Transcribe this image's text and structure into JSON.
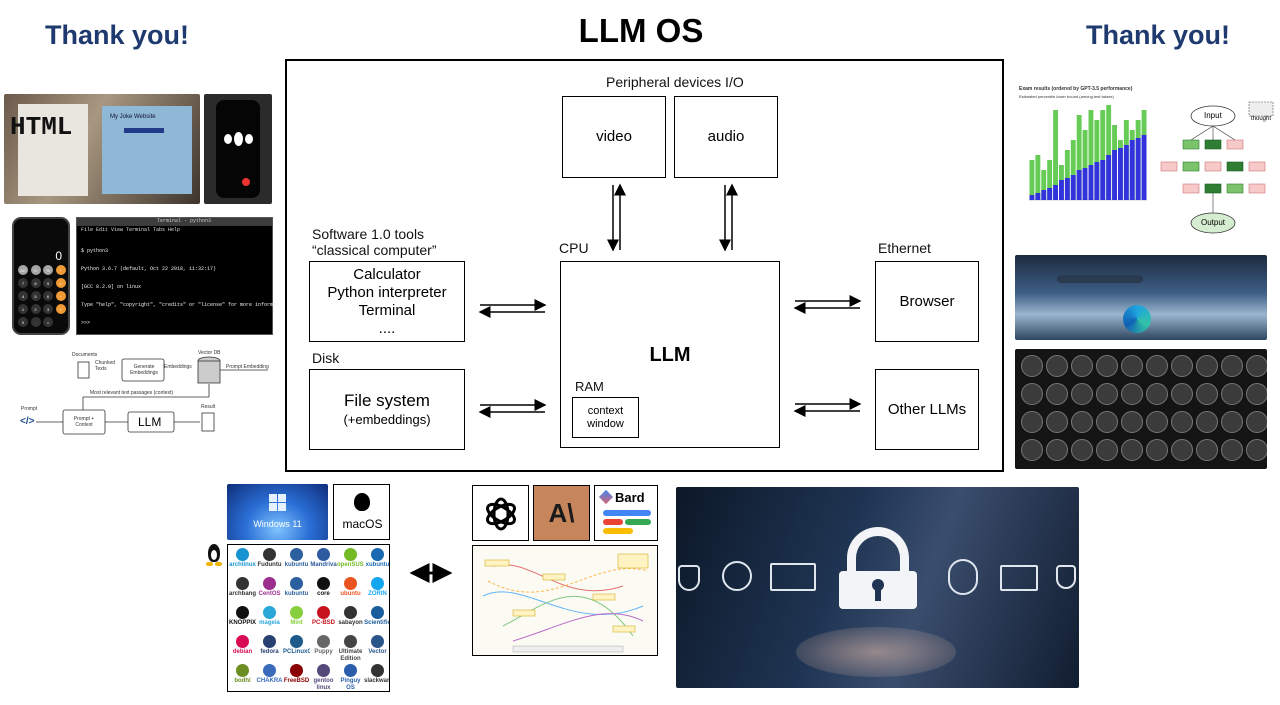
{
  "title": "LLM OS",
  "thank_you_left": "Thank you!",
  "thank_you_right": "Thank you!",
  "diagram": {
    "peripheral_label": "Peripheral devices I/O",
    "video": "video",
    "audio": "audio",
    "software_label_1": "Software 1.0 tools",
    "software_label_2": "“classical computer”",
    "tools_1": "Calculator",
    "tools_2": "Python interpreter",
    "tools_3": "Terminal",
    "tools_4": "....",
    "disk_label": "Disk",
    "fs_1": "File system",
    "fs_2": "(+embeddings)",
    "cpu_label": "CPU",
    "llm": "LLM",
    "ram_label": "RAM",
    "ctx_1": "context",
    "ctx_2": "window",
    "ethernet_label": "Ethernet",
    "browser": "Browser",
    "other_llms": "Other LLMs"
  },
  "thumbnails": {
    "html_word": "HTML",
    "website_title": "My Joke Website",
    "terminal_title": "Terminal - python3",
    "terminal_menu": "File  Edit  View  Terminal  Tabs  Help",
    "terminal_lines": [
      "$ python3",
      "Python 3.6.7 (default, Oct 22 2018, 11:32:17)",
      "[GCC 8.2.0] on linux",
      "Type \"help\", \"copyright\", \"credits\" or \"license\" for more informat",
      ">>> "
    ],
    "calc_keys": [
      "AC",
      "+/-",
      "%",
      "÷",
      "7",
      "8",
      "9",
      "×",
      "4",
      "5",
      "6",
      "−",
      "1",
      "2",
      "3",
      "+",
      "0",
      ".",
      "="
    ],
    "calc_display": "0",
    "rag": {
      "documents": "Documents",
      "chunked": "Chunked Texts",
      "generate": "Generate Embeddings",
      "embeddings": "Embeddings",
      "vectordb": "Vector DB",
      "prompt_embedding": "Prompt Embedding",
      "most_relevant": "Most relevant text passages (context)",
      "prompt": "Prompt",
      "prompt_context": "Prompt + Context",
      "llm": "LLM",
      "result": "Result"
    },
    "exam_title": "Exam results (ordered by GPT-3.5 performance)",
    "exam_subtitle": "Estimated percentile lower bound (among test takers)",
    "exam_bars_lower": [
      0.05,
      0.07,
      0.1,
      0.12,
      0.15,
      0.2,
      0.22,
      0.25,
      0.3,
      0.32,
      0.35,
      0.38,
      0.4,
      0.45,
      0.5,
      0.52,
      0.55,
      0.6,
      0.62,
      0.65
    ],
    "exam_bars_upper": [
      0.4,
      0.45,
      0.3,
      0.4,
      0.9,
      0.35,
      0.5,
      0.6,
      0.85,
      0.7,
      0.9,
      0.8,
      0.9,
      0.95,
      0.75,
      0.6,
      0.8,
      0.7,
      0.8,
      0.9
    ],
    "tot_input": "Input",
    "tot_output": "Output",
    "tot_thought": "thought",
    "windows": "Windows 11",
    "macos": "macOS",
    "bard": "Bard",
    "anthropic": "A\\",
    "distros": [
      "archlinux",
      "Fuduntu",
      "kubuntu",
      "Mandriva",
      "openSUSE",
      "xubuntu",
      "archbang",
      "CentOS",
      "kubuntu",
      "core",
      "ubuntu",
      "ZORIN",
      "KNOPPIX",
      "mageia",
      "Mint",
      "PC-BSD",
      "sabayon",
      "Scientific",
      "debian",
      "fedora",
      "PCLinuxOS",
      "Puppy",
      "Ultimate Edition",
      "Vector",
      "bodhi",
      "CHAKRA",
      "FreeBSD",
      "gentoo linux",
      "Pinguy OS",
      "slackware"
    ]
  },
  "colors": {
    "thank_you": "#1e3a6e",
    "exam_upper": "#66cc55",
    "exam_lower": "#3333dd",
    "security_bg": "#1d2b44"
  }
}
